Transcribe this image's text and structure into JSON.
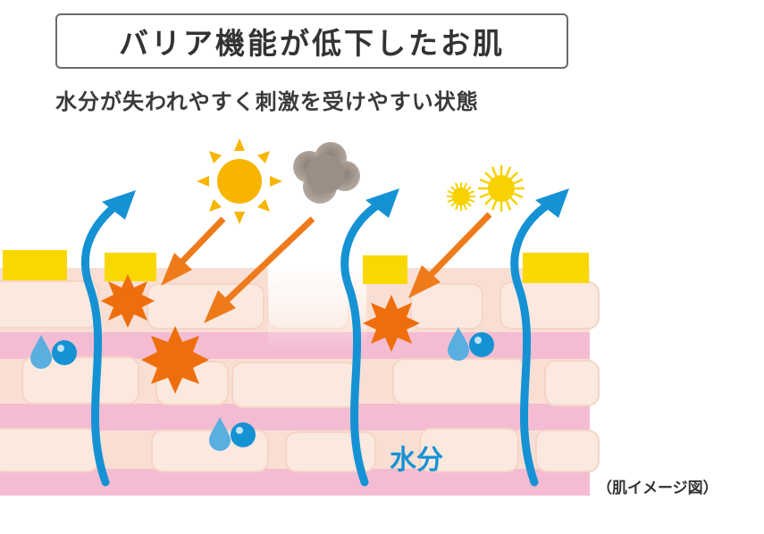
{
  "title": "バリア機能が低下したお肌",
  "subtitle": "水分が失われやすく刺激を受けやすい状態",
  "water_label": "水分",
  "caption": "（肌イメージ図）",
  "colors": {
    "water_arrow": "#1592d4",
    "irritant_arrow": "#ee7a1a",
    "burst": "#ee6e0c",
    "sun": "#f7b500",
    "sebum": "#f8d800",
    "skin_cell": "#fbe7dc",
    "skin_pink": "#f4bcd2"
  },
  "icons": [
    "sun-icon",
    "smoke-cloud-icon",
    "pollen-icon",
    "burst-icon",
    "water-drop-icon"
  ]
}
